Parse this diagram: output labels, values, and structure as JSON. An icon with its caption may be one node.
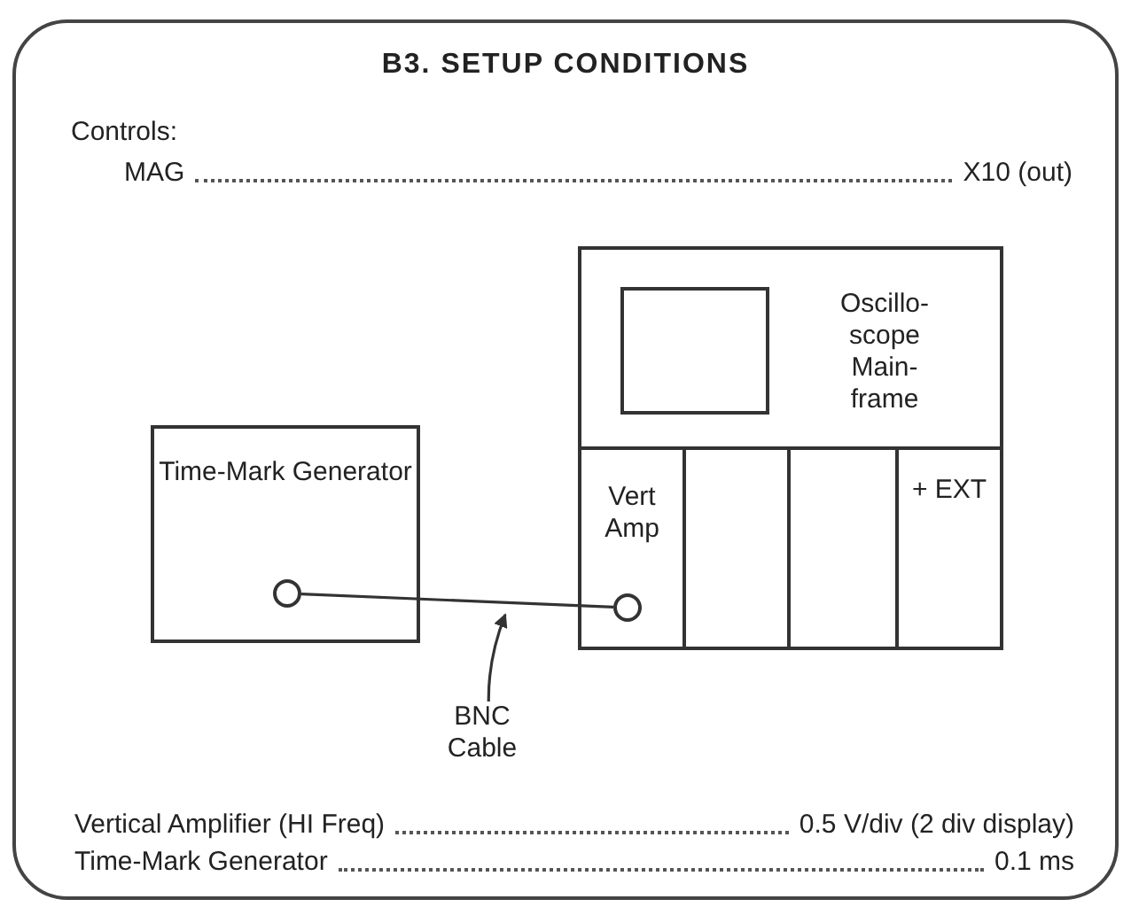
{
  "diagram": {
    "title": "B3. SETUP CONDITIONS",
    "nodes": [
      {
        "text": [
          "Time-Mark Generator"
        ]
      },
      {
        "text": [],
        "shape": "circle",
        "in": 0
      },
      {
        "text": [
          "Oscillo-scope Main-frame"
        ]
      },
      {
        "text": [
          "Vert Amp"
        ],
        "in": 2
      },
      {
        "text": [],
        "shape": "circle",
        "in": 3
      },
      {
        "text": [],
        "shape": "box",
        "in": 2
      },
      {
        "text": [],
        "shape": "box",
        "in": 2
      },
      {
        "text": [
          "+ EXT"
        ],
        "in": 2
      },
      {
        "text": [
          "BNC Cable"
        ]
      }
    ],
    "edges": [
      {
        "from": 1,
        "to": 4,
        "arrow": "none"
      },
      {
        "from": 8,
        "to": null,
        "arrow": "to"
      }
    ],
    "labels": [
      "Controls:",
      "MAG",
      "X10 (out)",
      "Vertical Amplifier (HI Freq)",
      "0.5 V/div (2 div display)",
      "Time-Mark Generator",
      "0.1 ms"
    ]
  }
}
